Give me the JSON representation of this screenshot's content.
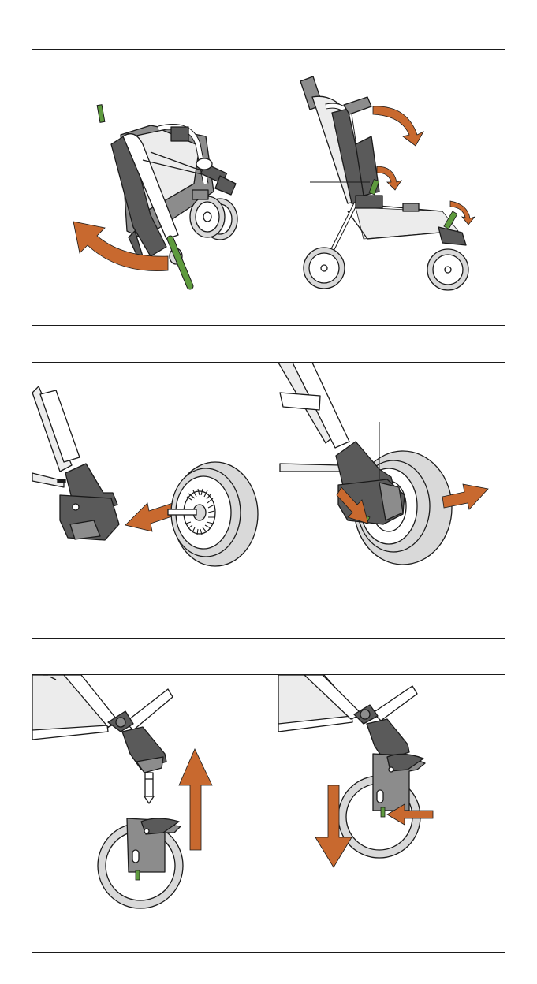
{
  "colors": {
    "accent_orange": "#c8692f",
    "accent_green": "#5e9a3e",
    "frame_dark": "#5a5a5a",
    "frame_mid": "#8c8c8c",
    "frame_light": "#d9d9d9",
    "outline": "#1a1a1a",
    "seat_fill": "#ececec"
  },
  "panels": [
    {
      "name": "fold-step",
      "illustrations": [
        "folded-stroller-illustration",
        "unfolding-stroller-illustration"
      ],
      "icons": [
        "curved-arrow-icon"
      ]
    },
    {
      "name": "rear-wheel-step",
      "illustrations": [
        "wheel-removed-illustration",
        "wheel-attached-illustration"
      ],
      "icons": [
        "straight-arrow-icon"
      ]
    },
    {
      "name": "front-wheel-step",
      "illustrations": [
        "front-wheel-detach-illustration",
        "front-wheel-attach-illustration"
      ],
      "icons": [
        "straight-arrow-icon"
      ]
    }
  ]
}
